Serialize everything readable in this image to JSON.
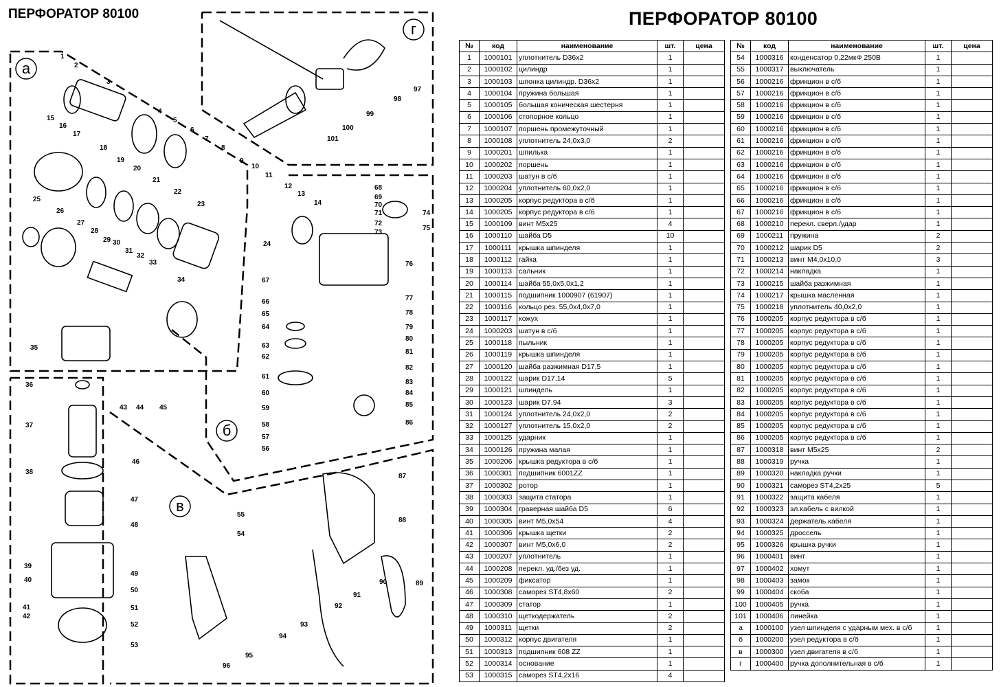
{
  "title_left": "ПЕРФОРАТОР 80100",
  "title_right": "ПЕРФОРАТОР 80100",
  "headers": [
    "№",
    "код",
    "наименование",
    "шт.",
    "цена"
  ],
  "section_labels": [
    "а",
    "б",
    "в",
    "г"
  ],
  "callouts": [
    "1",
    "2",
    "3",
    "4",
    "5",
    "6",
    "7",
    "8",
    "9",
    "10",
    "11",
    "12",
    "13",
    "14",
    "15",
    "16",
    "17",
    "18",
    "19",
    "20",
    "21",
    "22",
    "23",
    "24",
    "25",
    "26",
    "27",
    "28",
    "29",
    "30",
    "31",
    "32",
    "33",
    "34",
    "35",
    "36",
    "37",
    "38",
    "39",
    "40",
    "41",
    "42",
    "43",
    "44",
    "45",
    "46",
    "47",
    "48",
    "49",
    "50",
    "51",
    "52",
    "53",
    "54",
    "55",
    "56",
    "57",
    "58",
    "59",
    "60",
    "61",
    "62",
    "63",
    "64",
    "65",
    "66",
    "67",
    "68",
    "69",
    "70",
    "71",
    "72",
    "73",
    "74",
    "75",
    "76",
    "77",
    "78",
    "79",
    "80",
    "81",
    "82",
    "83",
    "84",
    "85",
    "86",
    "87",
    "88",
    "89",
    "90",
    "91",
    "92",
    "93",
    "94",
    "95",
    "96",
    "97",
    "98",
    "99",
    "100",
    "101"
  ],
  "parts_left": [
    [
      "1",
      "1000101",
      "уплотнитель D36x2",
      "1",
      ""
    ],
    [
      "2",
      "1000102",
      "цилиндр",
      "1",
      ""
    ],
    [
      "3",
      "1000103",
      "шпонка цилиндр. D36x2",
      "1",
      ""
    ],
    [
      "4",
      "1000104",
      "пружина большая",
      "1",
      ""
    ],
    [
      "5",
      "1000105",
      "большая коническая шестерня",
      "1",
      ""
    ],
    [
      "6",
      "1000106",
      "стопорное кольцо",
      "1",
      ""
    ],
    [
      "7",
      "1000107",
      "поршень промежуточный",
      "1",
      ""
    ],
    [
      "8",
      "1000108",
      "уплотнитель 24,0x3,0",
      "2",
      ""
    ],
    [
      "9",
      "1000201",
      "шпилька",
      "1",
      ""
    ],
    [
      "10",
      "1000202",
      "поршень",
      "1",
      ""
    ],
    [
      "11",
      "1000203",
      "шатун в с/б",
      "1",
      ""
    ],
    [
      "12",
      "1000204",
      "уплотнитель 60,0x2,0",
      "1",
      ""
    ],
    [
      "13",
      "1000205",
      "корпус редуктора в с/б",
      "1",
      ""
    ],
    [
      "14",
      "1000205",
      "корпус редуктора в с/б",
      "1",
      ""
    ],
    [
      "15",
      "1000109",
      "винт M5x25",
      "4",
      ""
    ],
    [
      "16",
      "1000110",
      "шайба D5",
      "10",
      ""
    ],
    [
      "17",
      "1000111",
      "крышка шпинделя",
      "1",
      ""
    ],
    [
      "18",
      "1000112",
      "гайка",
      "1",
      ""
    ],
    [
      "19",
      "1000113",
      "сальник",
      "1",
      ""
    ],
    [
      "20",
      "1000114",
      "шайба 55,0x5,0x1,2",
      "1",
      ""
    ],
    [
      "21",
      "1000115",
      "подшипник 1000907 (61907)",
      "1",
      ""
    ],
    [
      "22",
      "1000116",
      "кольцо рез. 55,0x4,0x7,0",
      "1",
      ""
    ],
    [
      "23",
      "1000117",
      "кожух",
      "1",
      ""
    ],
    [
      "24",
      "1000203",
      "шатун в с/б",
      "1",
      ""
    ],
    [
      "25",
      "1000118",
      "пыльник",
      "1",
      ""
    ],
    [
      "26",
      "1000119",
      "крышка шпинделя",
      "1",
      ""
    ],
    [
      "27",
      "1000120",
      "шайба разжимная D17,5",
      "1",
      ""
    ],
    [
      "28",
      "1000122",
      "шарик D17,14",
      "5",
      ""
    ],
    [
      "29",
      "1000121",
      "шпиндель",
      "1",
      ""
    ],
    [
      "30",
      "1000123",
      "шарик D7,94",
      "3",
      ""
    ],
    [
      "31",
      "1000124",
      "уплотнитель 24,0x2,0",
      "2",
      ""
    ],
    [
      "32",
      "1000127",
      "уплотнитель 15,0x2,0",
      "2",
      ""
    ],
    [
      "33",
      "1000125",
      "ударник",
      "1",
      ""
    ],
    [
      "34",
      "1000126",
      "пружина малая",
      "1",
      ""
    ],
    [
      "35",
      "1000206",
      "крышка редуктора в с/б",
      "1",
      ""
    ],
    [
      "36",
      "1000301",
      "подшипник 6001ZZ",
      "1",
      ""
    ],
    [
      "37",
      "1000302",
      "ротор",
      "1",
      ""
    ],
    [
      "38",
      "1000303",
      "защита статора",
      "1",
      ""
    ],
    [
      "39",
      "1000304",
      "граверная шайба D5",
      "6",
      ""
    ],
    [
      "40",
      "1000305",
      "винт M5,0x54",
      "4",
      ""
    ],
    [
      "41",
      "1000306",
      "крышка щетки",
      "2",
      ""
    ],
    [
      "42",
      "1000307",
      "винт M5,0x6,0",
      "2",
      ""
    ],
    [
      "43",
      "1000207",
      "уплотнитель",
      "1",
      ""
    ],
    [
      "44",
      "1000208",
      "перекл. уд./без уд.",
      "1",
      ""
    ],
    [
      "45",
      "1000209",
      "фиксатор",
      "1",
      ""
    ],
    [
      "46",
      "1000308",
      "саморез ST4,8x60",
      "2",
      ""
    ],
    [
      "47",
      "1000309",
      "статор",
      "1",
      ""
    ],
    [
      "48",
      "1000310",
      "щеткодержатель",
      "2",
      ""
    ],
    [
      "49",
      "1000311",
      "щетки",
      "2",
      ""
    ],
    [
      "50",
      "1000312",
      "корпус двигателя",
      "1",
      ""
    ],
    [
      "51",
      "1000313",
      "подшипник 608 ZZ",
      "1",
      ""
    ],
    [
      "52",
      "1000314",
      "основание",
      "1",
      ""
    ],
    [
      "53",
      "1000315",
      "саморез ST4,2x16",
      "4",
      ""
    ]
  ],
  "parts_right": [
    [
      "54",
      "1000316",
      "конденсатор 0,22мкФ 250В",
      "1",
      ""
    ],
    [
      "55",
      "1000317",
      "выключатель",
      "1",
      ""
    ],
    [
      "56",
      "1000216",
      "фрикцион в с/б",
      "1",
      ""
    ],
    [
      "57",
      "1000216",
      "фрикцион в с/б",
      "1",
      ""
    ],
    [
      "58",
      "1000216",
      "фрикцион в с/б",
      "1",
      ""
    ],
    [
      "59",
      "1000216",
      "фрикцион в с/б",
      "1",
      ""
    ],
    [
      "60",
      "1000216",
      "фрикцион в с/б",
      "1",
      ""
    ],
    [
      "61",
      "1000216",
      "фрикцион в с/б",
      "1",
      ""
    ],
    [
      "62",
      "1000216",
      "фрикцион в с/б",
      "1",
      ""
    ],
    [
      "63",
      "1000216",
      "фрикцион в с/б",
      "1",
      ""
    ],
    [
      "64",
      "1000216",
      "фрикцион в с/б",
      "1",
      ""
    ],
    [
      "65",
      "1000216",
      "фрикцион в с/б",
      "1",
      ""
    ],
    [
      "66",
      "1000216",
      "фрикцион в с/б",
      "1",
      ""
    ],
    [
      "67",
      "1000216",
      "фрикцион в с/б",
      "1",
      ""
    ],
    [
      "68",
      "1000210",
      "перекл. сверл./удар",
      "1",
      ""
    ],
    [
      "69",
      "1000211",
      "пружина",
      "2",
      ""
    ],
    [
      "70",
      "1000212",
      "шарик D5",
      "2",
      ""
    ],
    [
      "71",
      "1000213",
      "винт M4,0x10,0",
      "3",
      ""
    ],
    [
      "72",
      "1000214",
      "накладка",
      "1",
      ""
    ],
    [
      "73",
      "1000215",
      "шайба разжимная",
      "1",
      ""
    ],
    [
      "74",
      "1000217",
      "крышка масленная",
      "1",
      ""
    ],
    [
      "75",
      "1000218",
      "уплотнитель 40,0x2,0",
      "1",
      ""
    ],
    [
      "76",
      "1000205",
      "корпус редуктора в с/б",
      "1",
      ""
    ],
    [
      "77",
      "1000205",
      "корпус редуктора в с/б",
      "1",
      ""
    ],
    [
      "78",
      "1000205",
      "корпус редуктора в с/б",
      "1",
      ""
    ],
    [
      "79",
      "1000205",
      "корпус редуктора в с/б",
      "1",
      ""
    ],
    [
      "80",
      "1000205",
      "корпус редуктора в с/б",
      "1",
      ""
    ],
    [
      "81",
      "1000205",
      "корпус редуктора в с/б",
      "1",
      ""
    ],
    [
      "82",
      "1000205",
      "корпус редуктора в с/б",
      "1",
      ""
    ],
    [
      "83",
      "1000205",
      "корпус редуктора в с/б",
      "1",
      ""
    ],
    [
      "84",
      "1000205",
      "корпус редуктора в с/б",
      "1",
      ""
    ],
    [
      "85",
      "1000205",
      "корпус редуктора в с/б",
      "1",
      ""
    ],
    [
      "86",
      "1000205",
      "корпус редуктора в с/б",
      "1",
      ""
    ],
    [
      "87",
      "1000318",
      "винт M5x25",
      "2",
      ""
    ],
    [
      "88",
      "1000319",
      "ручка",
      "1",
      ""
    ],
    [
      "89",
      "1000320",
      "накладка ручки",
      "1",
      ""
    ],
    [
      "90",
      "1000321",
      "саморез ST4,2x25",
      "5",
      ""
    ],
    [
      "91",
      "1000322",
      "защита кабеля",
      "1",
      ""
    ],
    [
      "92",
      "1000323",
      "эл.кабель с вилкой",
      "1",
      ""
    ],
    [
      "93",
      "1000324",
      "держатель кабеля",
      "1",
      ""
    ],
    [
      "94",
      "1000325",
      "дроссель",
      "1",
      ""
    ],
    [
      "95",
      "1000326",
      "крышка ручки",
      "1",
      ""
    ],
    [
      "96",
      "1000401",
      "винт",
      "1",
      ""
    ],
    [
      "97",
      "1000402",
      "хомут",
      "1",
      ""
    ],
    [
      "98",
      "1000403",
      "замок",
      "1",
      ""
    ],
    [
      "99",
      "1000404",
      "скоба",
      "1",
      ""
    ],
    [
      "100",
      "1000405",
      "ручка",
      "1",
      ""
    ],
    [
      "101",
      "1000406",
      "линейка",
      "1",
      ""
    ],
    [
      "а",
      "1000100",
      "узел шпинделя с ударным мех. в с/б",
      "1",
      ""
    ],
    [
      "б",
      "1000200",
      "узел редуктора в с/б",
      "1",
      ""
    ],
    [
      "в",
      "1000300",
      "узел двигателя в с/б",
      "1",
      ""
    ],
    [
      "г",
      "1000400",
      "ручка дополнительная в с/б",
      "1",
      ""
    ]
  ]
}
